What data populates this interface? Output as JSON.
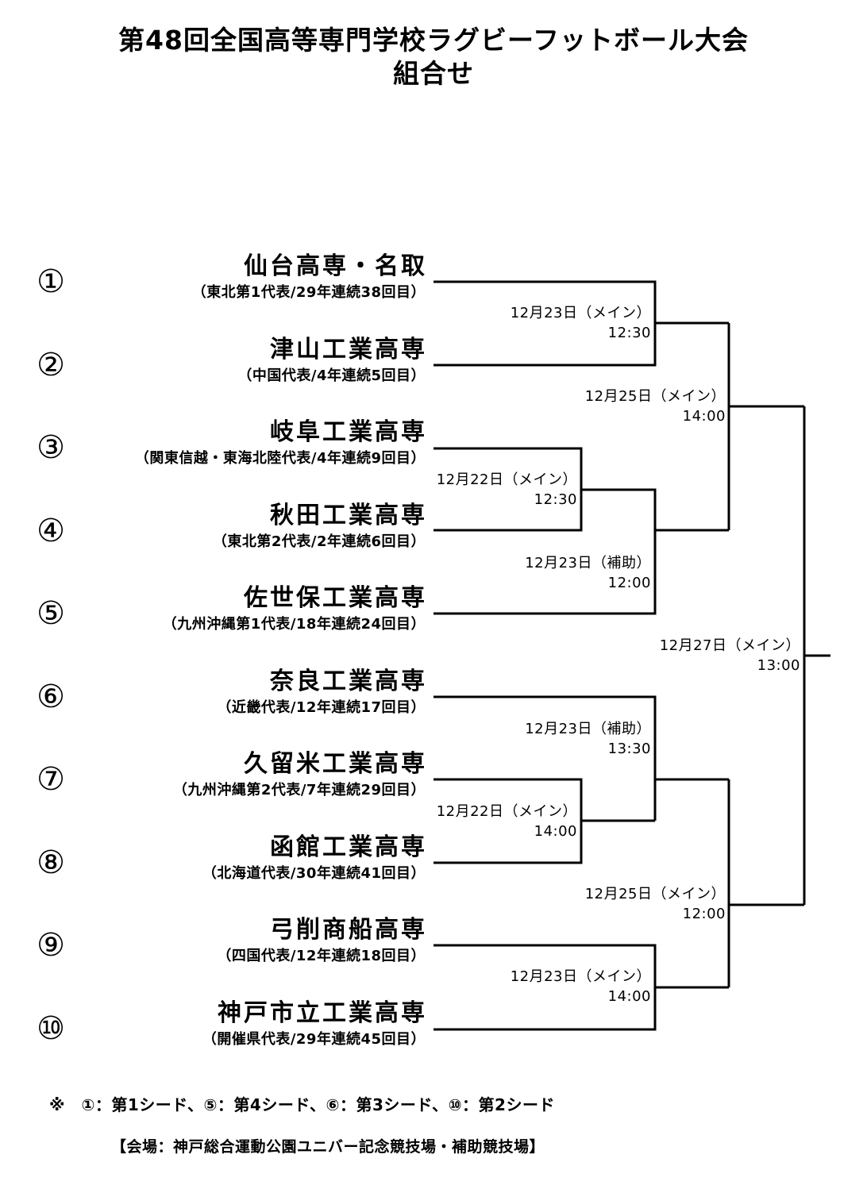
{
  "title": {
    "line1": "第48回全国高等専門学校ラグビーフットボール大会",
    "line2": "組合せ"
  },
  "teams": [
    {
      "seed": "①",
      "name": "仙台高専・名取",
      "desc": "（東北第1代表/29年連続38回目）"
    },
    {
      "seed": "②",
      "name": "津山工業高専",
      "desc": "（中国代表/4年連続5回目）"
    },
    {
      "seed": "③",
      "name": "岐阜工業高専",
      "desc": "（関東信越・東海北陸代表/4年連続9回目）"
    },
    {
      "seed": "④",
      "name": "秋田工業高専",
      "desc": "（東北第2代表/2年連続6回目）"
    },
    {
      "seed": "⑤",
      "name": "佐世保工業高専",
      "desc": "（九州沖縄第1代表/18年連続24回目）"
    },
    {
      "seed": "⑥",
      "name": "奈良工業高専",
      "desc": "（近畿代表/12年連続17回目）"
    },
    {
      "seed": "⑦",
      "name": "久留米工業高専",
      "desc": "（九州沖縄第2代表/7年連続29回目）"
    },
    {
      "seed": "⑧",
      "name": "函館工業高専",
      "desc": "（北海道代表/30年連続41回目）"
    },
    {
      "seed": "⑨",
      "name": "弓削商船高専",
      "desc": "（四国代表/12年連続18回目）"
    },
    {
      "seed": "⑩",
      "name": "神戸市立工業高専",
      "desc": "（開催県代表/29年連続45回目）"
    }
  ],
  "matches": [
    {
      "date": "12月23日（メイン）",
      "time": "12:30"
    },
    {
      "date": "12月22日（メイン）",
      "time": "12:30"
    },
    {
      "date": "12月23日（補助）",
      "time": "12:00"
    },
    {
      "date": "12月25日（メイン）",
      "time": "14:00"
    },
    {
      "date": "12月23日（補助）",
      "time": "13:30"
    },
    {
      "date": "12月22日（メイン）",
      "time": "14:00"
    },
    {
      "date": "12月23日（メイン）",
      "time": "14:00"
    },
    {
      "date": "12月25日（メイン）",
      "time": "12:00"
    },
    {
      "date": "12月27日（メイン）",
      "time": "13:00"
    }
  ],
  "footnote": "※　①：第1シード、⑤：第4シード、⑥：第3シード、⑩：第2シード",
  "venue": "【会場：神戸総合運動公園ユニバー記念競技場・補助競技場】"
}
